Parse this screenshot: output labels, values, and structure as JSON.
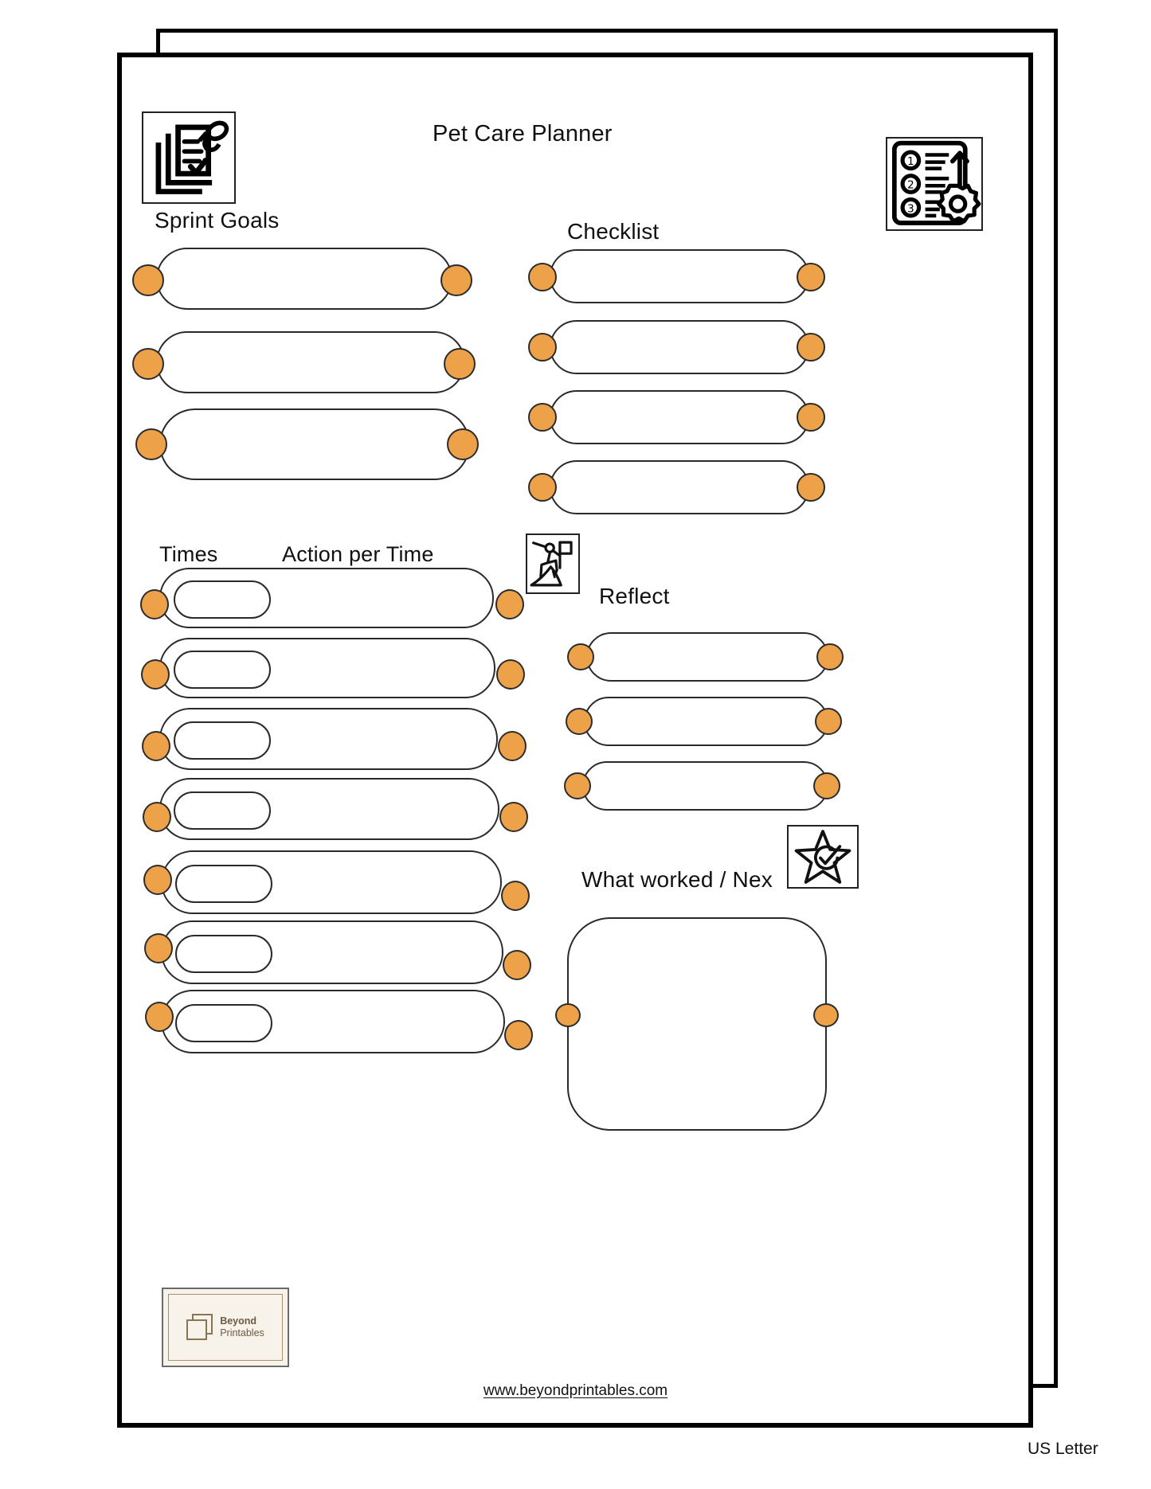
{
  "page": {
    "title": "Pet Care Planner",
    "paper_size_label": "US Letter",
    "footer_url": "www.beyondprintables.com",
    "accent_color": "#EDA249",
    "line_color": "#2a2a2a"
  },
  "brand": {
    "name_line1": "Beyond",
    "name_line2": "Printables",
    "mark_icon": "stacked-squares-icon",
    "background": "#F7F2EA",
    "text_color": "#6E5A42"
  },
  "header": {
    "left_icon": "pinned-notes-checklist-icon",
    "right_icon": "numbered-steps-gear-icon"
  },
  "sections": [
    {
      "key": "sprint_goals",
      "title": "Sprint Goals",
      "icon": "pinned-notes-checklist-icon",
      "row_count": 3
    },
    {
      "key": "checklist",
      "title": "Checklist",
      "icon": "numbered-steps-gear-icon",
      "row_count": 4
    },
    {
      "key": "schedule",
      "title_times": "Times",
      "title_action": "Action per Time",
      "row_count": 7
    },
    {
      "key": "reflect",
      "title": "Reflect",
      "icon": "climber-flag-mountain-icon",
      "row_count": 3
    },
    {
      "key": "what_worked",
      "title": "What worked / Nex",
      "icon": "star-check-icon",
      "row_count": 1
    }
  ]
}
